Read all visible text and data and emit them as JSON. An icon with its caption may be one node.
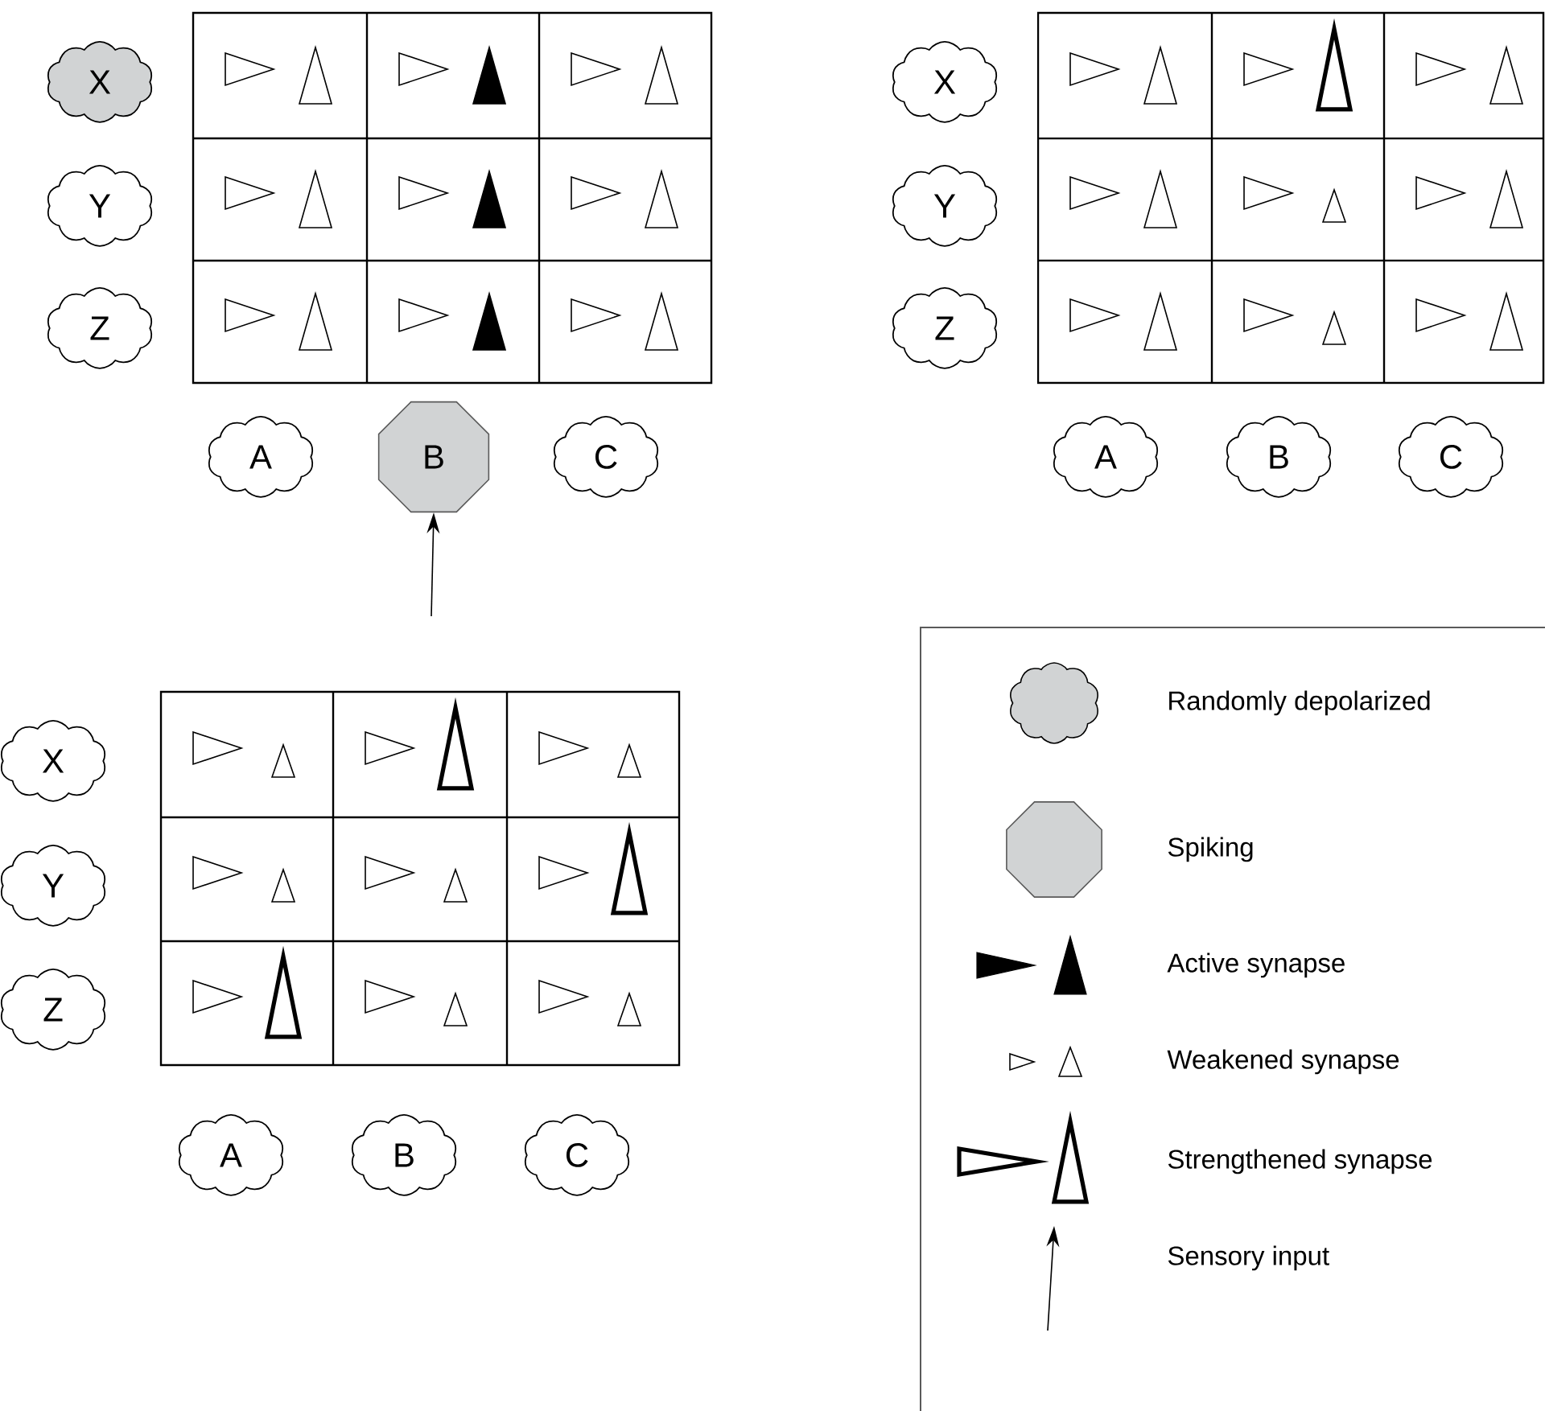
{
  "diagram": {
    "nodes": [
      {
        "text": [
          "X"
        ]
      },
      {
        "text": [
          "Y"
        ]
      },
      {
        "text": [
          "Z"
        ]
      },
      {
        "text": [
          "A"
        ]
      },
      {
        "text": [
          "B"
        ]
      },
      {
        "text": [
          "C"
        ]
      },
      {
        "text": [
          "X"
        ]
      },
      {
        "text": [
          "Y"
        ]
      },
      {
        "text": [
          "Z"
        ]
      },
      {
        "text": [
          "A"
        ]
      },
      {
        "text": [
          "B"
        ]
      },
      {
        "text": [
          "C"
        ]
      },
      {
        "text": [
          "X"
        ]
      },
      {
        "text": [
          "Y"
        ]
      },
      {
        "text": [
          "Z"
        ]
      },
      {
        "text": [
          "A"
        ]
      },
      {
        "text": [
          "B"
        ]
      },
      {
        "text": [
          "C"
        ]
      }
    ],
    "edges": [
      {
        "from": null,
        "to": 4,
        "arrow": "to"
      }
    ],
    "legend": [
      {
        "text": "Randomly depolarized"
      },
      {
        "text": "Spiking"
      },
      {
        "text": "Active synapse"
      },
      {
        "text": "Weakened synapse"
      },
      {
        "text": "Strengthened synapse"
      },
      {
        "text": "Sensory input"
      }
    ]
  }
}
